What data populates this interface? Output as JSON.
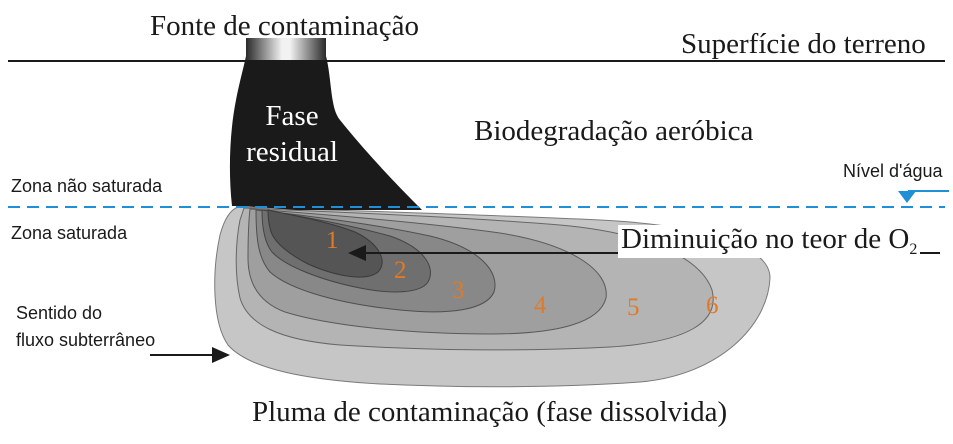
{
  "labels": {
    "source": "Fonte de contaminação",
    "surface": "Superfície do terreno",
    "residual_line1": "Fase",
    "residual_line2": "residual",
    "aerobic": "Biodegradação aeróbica",
    "water_level": "Nível d'água",
    "unsaturated": "Zona não saturada",
    "saturated": "Zona saturada",
    "oxygen_text": "Diminuição no teor de O",
    "oxygen_sub": "2",
    "flow_line1": "Sentido do",
    "flow_line2": "fluxo subterrâneo",
    "plume": "Pluma de contaminação (fase dissolvida)"
  },
  "zones": [
    "1",
    "2",
    "3",
    "4",
    "5",
    "6"
  ],
  "colors": {
    "water_line": "#1f8fd6",
    "zone_number": "#e07a26",
    "residual": "#1a1a1a",
    "zone_fills": [
      "#555555",
      "#6f6f6f",
      "#888888",
      "#9f9f9f",
      "#b4b4b4",
      "#c6c6c6"
    ]
  }
}
